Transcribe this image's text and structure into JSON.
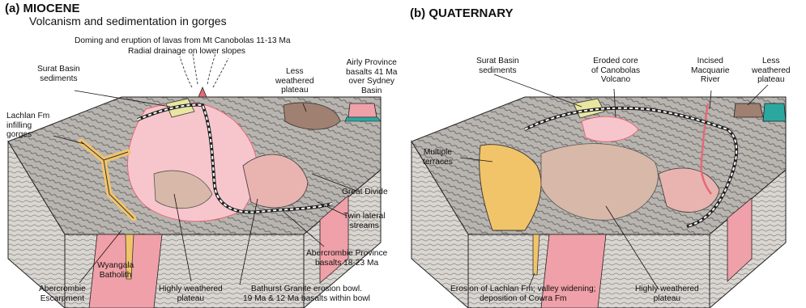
{
  "panel_a": {
    "title": "(a)  MIOCENE",
    "subtitle": "Volcanism and sedimentation in gorges",
    "labels": {
      "doming": "Doming and eruption of lavas from Mt Canobolas 11-13 Ma",
      "radial": "Radial drainage on lower slopes",
      "airly": "Airly Province\nbasalts 41 Ma\nover Sydney\nBasin",
      "surat": "Surat Basin\nsediments",
      "less_weathered": "Less\nweathered\nplateau",
      "lachlan": "Lachlan Fm\ninfilling\ngorges",
      "great_divide": "Great Divide",
      "twin_lateral": "Twin lateral\nstreams",
      "abercrombie_prov": "Abercrombie Province\nbasalts 18-23 Ma",
      "wyangala": "Wyangala\nBatholith",
      "abercrombie_esc": "Abercrombie\nEscarpment",
      "highly_weathered": "Highly weathered\nplateau",
      "bathurst": "Bathurst Granite erosion bowl.\n19 Ma & 12 Ma basalts within bowl"
    }
  },
  "panel_b": {
    "title": "(b)  QUATERNARY",
    "labels": {
      "surat": "Surat Basin\nsediments",
      "eroded_core": "Eroded core\nof Canobolas\nVolcano",
      "incised": "Incised\nMacquarie\nRiver",
      "less_weathered": "Less\nweathered\nplateau",
      "multiple_terraces": "Multiple\nterraces",
      "erosion_lachlan": "Erosion of Lachlan Fm; valley widening;\ndeposition of Cowra Fm",
      "highly_weathered": "Highly weathered\nplateau"
    }
  },
  "colors": {
    "landscape": "#b8b4b0",
    "block_side": "#d9d6d2",
    "granite": "#f0a0a8",
    "volcanic": "#f7c6cc",
    "lachlan_fm": "#f2c46a",
    "surat": "#e8e6a0",
    "plateau": "#d8b8a8",
    "basalt": "#a08070",
    "teal": "#2aa8a0"
  }
}
